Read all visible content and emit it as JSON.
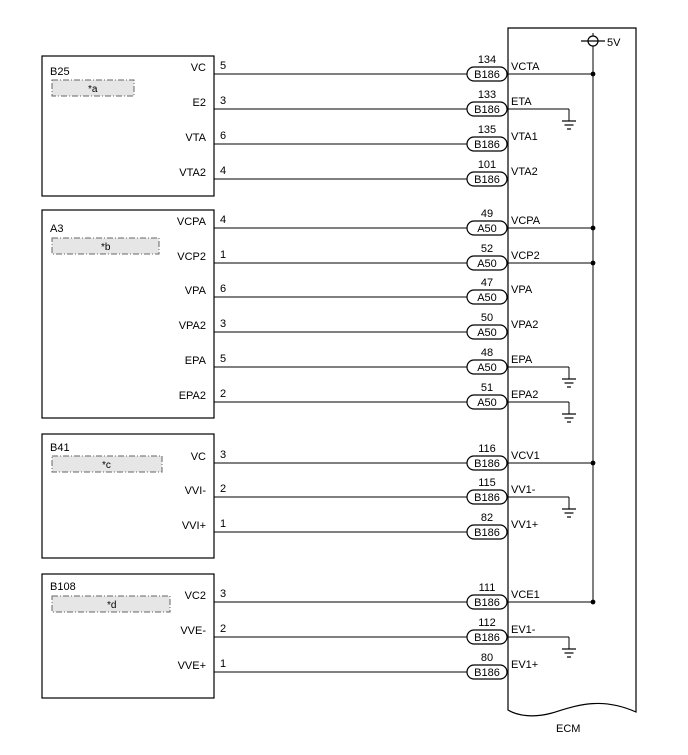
{
  "ecm": {
    "label": "ECM",
    "supply_label": "5V",
    "terminals": [
      {
        "pin": "134",
        "connector": "B186",
        "name": "VCTA",
        "supply": true,
        "ground": false
      },
      {
        "pin": "133",
        "connector": "B186",
        "name": "ETA",
        "supply": false,
        "ground": true
      },
      {
        "pin": "135",
        "connector": "B186",
        "name": "VTA1",
        "supply": false,
        "ground": false
      },
      {
        "pin": "101",
        "connector": "B186",
        "name": "VTA2",
        "supply": false,
        "ground": false
      },
      {
        "pin": "49",
        "connector": "A50",
        "name": "VCPA",
        "supply": true,
        "ground": false
      },
      {
        "pin": "52",
        "connector": "A50",
        "name": "VCP2",
        "supply": true,
        "ground": false
      },
      {
        "pin": "47",
        "connector": "A50",
        "name": "VPA",
        "supply": false,
        "ground": false
      },
      {
        "pin": "50",
        "connector": "A50",
        "name": "VPA2",
        "supply": false,
        "ground": false
      },
      {
        "pin": "48",
        "connector": "A50",
        "name": "EPA",
        "supply": false,
        "ground": true
      },
      {
        "pin": "51",
        "connector": "A50",
        "name": "EPA2",
        "supply": false,
        "ground": true
      },
      {
        "pin": "116",
        "connector": "B186",
        "name": "VCV1",
        "supply": true,
        "ground": false
      },
      {
        "pin": "115",
        "connector": "B186",
        "name": "VV1-",
        "supply": false,
        "ground": true
      },
      {
        "pin": "82",
        "connector": "B186",
        "name": "VV1+",
        "supply": false,
        "ground": false
      },
      {
        "pin": "111",
        "connector": "B186",
        "name": "VCE1",
        "supply": true,
        "ground": false
      },
      {
        "pin": "112",
        "connector": "B186",
        "name": "EV1-",
        "supply": false,
        "ground": true
      },
      {
        "pin": "80",
        "connector": "B186",
        "name": "EV1+",
        "supply": false,
        "ground": false
      }
    ]
  },
  "components": [
    {
      "id": "B25",
      "ref": "*a",
      "pins": [
        {
          "signal": "VC",
          "pin": "5"
        },
        {
          "signal": "E2",
          "pin": "3"
        },
        {
          "signal": "VTA",
          "pin": "6"
        },
        {
          "signal": "VTA2",
          "pin": "4"
        }
      ]
    },
    {
      "id": "A3",
      "ref": "*b",
      "pins": [
        {
          "signal": "VCPA",
          "pin": "4"
        },
        {
          "signal": "VCP2",
          "pin": "1"
        },
        {
          "signal": "VPA",
          "pin": "6"
        },
        {
          "signal": "VPA2",
          "pin": "3"
        },
        {
          "signal": "EPA",
          "pin": "5"
        },
        {
          "signal": "EPA2",
          "pin": "2"
        }
      ]
    },
    {
      "id": "B41",
      "ref": "*c",
      "pins": [
        {
          "signal": "VC",
          "pin": "3"
        },
        {
          "signal": "VVI-",
          "pin": "2"
        },
        {
          "signal": "VVI+",
          "pin": "1"
        }
      ]
    },
    {
      "id": "B108",
      "ref": "*d",
      "pins": [
        {
          "signal": "VC2",
          "pin": "3"
        },
        {
          "signal": "VVE-",
          "pin": "2"
        },
        {
          "signal": "VVE+",
          "pin": "1"
        }
      ]
    }
  ]
}
